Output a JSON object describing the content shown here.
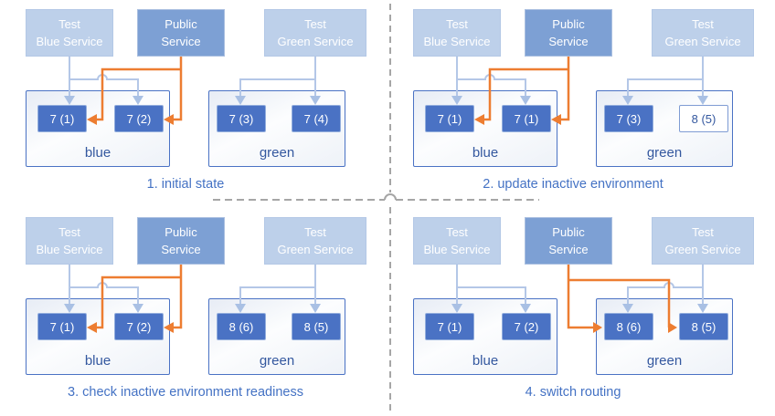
{
  "colors": {
    "accent_blue": "#4472c4",
    "light_service_fill": "#bdd0ea",
    "public_service_fill": "#7da0d4",
    "pod_fill": "#4a72c4",
    "pod_text": "#ffffff",
    "outline_pod_fill": "#ffffff",
    "outline_pod_text": "#34589f",
    "env_label_text": "#34589f",
    "connector_light_blue": "#b4c7e7",
    "connector_orange": "#ed7d31",
    "divider_gray": "#a6a6a6"
  },
  "panels": [
    {
      "caption": "1. initial state",
      "public_route": "blue",
      "services": [
        {
          "label": "Test\nBlue Service"
        },
        {
          "label": "Public\nService"
        },
        {
          "label": "Test\nGreen Service"
        }
      ],
      "environments": [
        {
          "name": "blue",
          "pods": [
            {
              "label": "7 (1)",
              "style": "filled"
            },
            {
              "label": "7 (2)",
              "style": "filled"
            }
          ]
        },
        {
          "name": "green",
          "pods": [
            {
              "label": "7 (3)",
              "style": "filled"
            },
            {
              "label": "7 (4)",
              "style": "filled"
            }
          ]
        }
      ]
    },
    {
      "caption": "2. update inactive environment",
      "public_route": "blue",
      "services": [
        {
          "label": "Test\nBlue Service"
        },
        {
          "label": "Public\nService"
        },
        {
          "label": "Test\nGreen Service"
        }
      ],
      "environments": [
        {
          "name": "blue",
          "pods": [
            {
              "label": "7 (1)",
              "style": "filled"
            },
            {
              "label": "7 (1)",
              "style": "filled"
            }
          ]
        },
        {
          "name": "green",
          "pods": [
            {
              "label": "7 (3)",
              "style": "filled"
            },
            {
              "label": "8 (5)",
              "style": "outline"
            }
          ]
        }
      ]
    },
    {
      "caption": "3. check inactive environment readiness",
      "public_route": "blue",
      "services": [
        {
          "label": "Test\nBlue Service"
        },
        {
          "label": "Public\nService"
        },
        {
          "label": "Test\nGreen Service"
        }
      ],
      "environments": [
        {
          "name": "blue",
          "pods": [
            {
              "label": "7 (1)",
              "style": "filled"
            },
            {
              "label": "7 (2)",
              "style": "filled"
            }
          ]
        },
        {
          "name": "green",
          "pods": [
            {
              "label": "8 (6)",
              "style": "filled"
            },
            {
              "label": "8 (5)",
              "style": "filled"
            }
          ]
        }
      ]
    },
    {
      "caption": "4. switch routing",
      "public_route": "green",
      "services": [
        {
          "label": "Test\nBlue Service"
        },
        {
          "label": "Public\nService"
        },
        {
          "label": "Test\nGreen Service"
        }
      ],
      "environments": [
        {
          "name": "blue",
          "pods": [
            {
              "label": "7 (1)",
              "style": "filled"
            },
            {
              "label": "7 (2)",
              "style": "filled"
            }
          ]
        },
        {
          "name": "green",
          "pods": [
            {
              "label": "8 (6)",
              "style": "filled"
            },
            {
              "label": "8 (5)",
              "style": "filled"
            }
          ]
        }
      ]
    }
  ]
}
